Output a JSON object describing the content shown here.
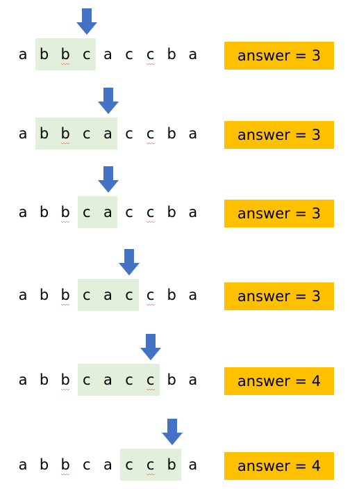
{
  "sequence": [
    "a",
    "b",
    "b",
    "c",
    "a",
    "c",
    "c",
    "b",
    "a"
  ],
  "colors": {
    "window": "#e2efda",
    "answer": "#ffc000",
    "arrow": "#4472c4",
    "squiggle": "#e53935"
  },
  "steps": [
    {
      "arrow_index": 3,
      "window": [
        1,
        3
      ],
      "answer_label": "answer  =  3"
    },
    {
      "arrow_index": 4,
      "window": [
        1,
        4
      ],
      "answer_label": "answer  =  3"
    },
    {
      "arrow_index": 4,
      "window": [
        3,
        4
      ],
      "answer_label": "answer  =  3"
    },
    {
      "arrow_index": 5,
      "window": [
        3,
        5
      ],
      "answer_label": "answer  =  3"
    },
    {
      "arrow_index": 6,
      "window": [
        3,
        6
      ],
      "answer_label": "answer  =  4"
    },
    {
      "arrow_index": 7,
      "window": [
        5,
        7
      ],
      "answer_label": "answer  =  4"
    }
  ]
}
